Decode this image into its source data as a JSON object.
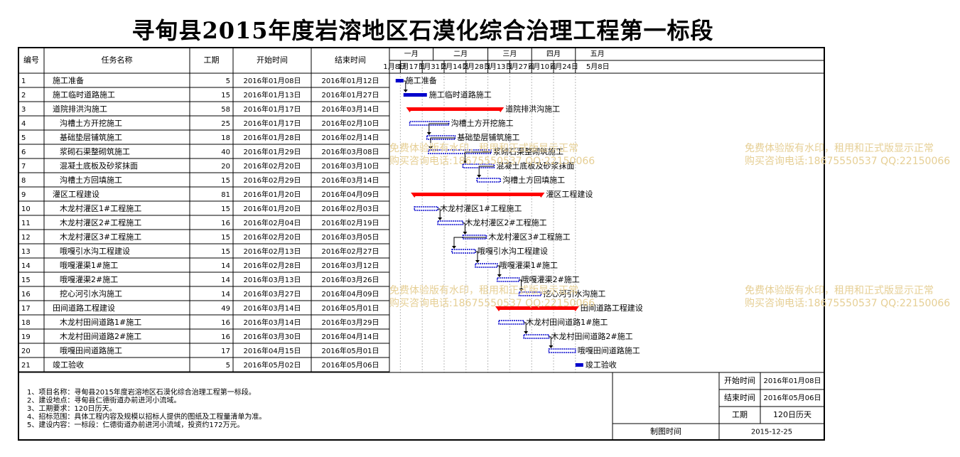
{
  "title": "寻甸县2015年度岩溶地区石漠化综合治理工程第一标段",
  "columns": {
    "id": "编号",
    "name": "任务名称",
    "duration": "工期",
    "start": "开始时间",
    "end": "结束时间"
  },
  "chart_data": {
    "type": "gantt",
    "axis_start": "2016-01-04",
    "months": [
      {
        "label": "一月",
        "start": "2016-01-04",
        "end": "2016-02-01"
      },
      {
        "label": "二月",
        "start": "2016-02-01",
        "end": "2016-03-07"
      },
      {
        "label": "三月",
        "start": "2016-03-07",
        "end": "2016-04-04"
      },
      {
        "label": "四月",
        "start": "2016-04-04",
        "end": "2016-05-02"
      },
      {
        "label": "五月",
        "start": "2016-05-02",
        "end": "2016-05-30"
      }
    ],
    "weeks": [
      {
        "label": "1月8日",
        "date": "2016-01-04"
      },
      {
        "label": "1月17日",
        "date": "2016-01-11"
      },
      {
        "label": "1月31日",
        "date": "2016-01-25"
      },
      {
        "label": "2月14日",
        "date": "2016-02-08"
      },
      {
        "label": "2月28日",
        "date": "2016-02-22"
      },
      {
        "label": "3月13日",
        "date": "2016-03-07"
      },
      {
        "label": "3月27日",
        "date": "2016-03-21"
      },
      {
        "label": "4月10日",
        "date": "2016-04-04"
      },
      {
        "label": "4月24日",
        "date": "2016-04-18"
      },
      {
        "label": "5月8日",
        "date": "2016-05-02"
      }
    ],
    "tasks": [
      {
        "id": "1",
        "name": "施工准备",
        "indent": 0,
        "duration": "5",
        "start": "2016年01月08日",
        "end": "2016年01月12日",
        "s": "2016-01-08",
        "e": "2016-01-12",
        "kind": "milestone-task"
      },
      {
        "id": "2",
        "name": "施工临时道路施工",
        "indent": 0,
        "duration": "15",
        "start": "2016年01月13日",
        "end": "2016年01月27日",
        "s": "2016-01-13",
        "e": "2016-01-27",
        "kind": "milestone-task"
      },
      {
        "id": "3",
        "name": "道院排洪沟施工",
        "indent": 0,
        "duration": "58",
        "start": "2016年01月17日",
        "end": "2016年03月14日",
        "s": "2016-01-17",
        "e": "2016-03-14",
        "kind": "summary"
      },
      {
        "id": "4",
        "name": "沟槽土方开挖施工",
        "indent": 1,
        "duration": "25",
        "start": "2016年01月17日",
        "end": "2016年02月10日",
        "s": "2016-01-17",
        "e": "2016-02-10",
        "kind": "task"
      },
      {
        "id": "5",
        "name": "基础垫层铺筑施工",
        "indent": 1,
        "duration": "18",
        "start": "2016年01月28日",
        "end": "2016年02月14日",
        "s": "2016-01-28",
        "e": "2016-02-14",
        "kind": "task"
      },
      {
        "id": "6",
        "name": "浆砌石渠整砌筑施工",
        "indent": 1,
        "duration": "40",
        "start": "2016年01月29日",
        "end": "2016年03月08日",
        "s": "2016-01-29",
        "e": "2016-03-08",
        "kind": "task"
      },
      {
        "id": "7",
        "name": "混凝土底板及砂浆抹面",
        "indent": 1,
        "duration": "20",
        "start": "2016年02月20日",
        "end": "2016年03月10日",
        "s": "2016-02-20",
        "e": "2016-03-10",
        "kind": "task"
      },
      {
        "id": "8",
        "name": "沟槽土方回填施工",
        "indent": 1,
        "duration": "15",
        "start": "2016年02月29日",
        "end": "2016年03月14日",
        "s": "2016-02-29",
        "e": "2016-03-14",
        "kind": "task"
      },
      {
        "id": "9",
        "name": "灌区工程建设",
        "indent": 0,
        "duration": "81",
        "start": "2016年01月20日",
        "end": "2016年04月09日",
        "s": "2016-01-20",
        "e": "2016-04-09",
        "kind": "summary"
      },
      {
        "id": "10",
        "name": "木龙村灌区1#工程施工",
        "indent": 1,
        "duration": "15",
        "start": "2016年01月20日",
        "end": "2016年02月03日",
        "s": "2016-01-20",
        "e": "2016-02-03",
        "kind": "task"
      },
      {
        "id": "11",
        "name": "木龙村灌区2#工程施工",
        "indent": 1,
        "duration": "16",
        "start": "2016年02月04日",
        "end": "2016年02月19日",
        "s": "2016-02-04",
        "e": "2016-02-19",
        "kind": "task"
      },
      {
        "id": "12",
        "name": "木龙村灌区3#工程施工",
        "indent": 1,
        "duration": "15",
        "start": "2016年02月20日",
        "end": "2016年03月05日",
        "s": "2016-02-20",
        "e": "2016-03-05",
        "kind": "task"
      },
      {
        "id": "13",
        "name": "哦嘎引水沟工程建设",
        "indent": 1,
        "duration": "15",
        "start": "2016年02月13日",
        "end": "2016年02月27日",
        "s": "2016-02-13",
        "e": "2016-02-27",
        "kind": "task"
      },
      {
        "id": "14",
        "name": "哦嘎灌渠1#施工",
        "indent": 1,
        "duration": "14",
        "start": "2016年02月28日",
        "end": "2016年03月12日",
        "s": "2016-02-28",
        "e": "2016-03-12",
        "kind": "task"
      },
      {
        "id": "15",
        "name": "哦嘎灌渠2#施工",
        "indent": 1,
        "duration": "14",
        "start": "2016年03月13日",
        "end": "2016年03月26日",
        "s": "2016-03-13",
        "e": "2016-03-26",
        "kind": "task"
      },
      {
        "id": "16",
        "name": "挖心河引水沟施工",
        "indent": 1,
        "duration": "14",
        "start": "2016年03月27日",
        "end": "2016年04月09日",
        "s": "2016-03-27",
        "e": "2016-04-09",
        "kind": "task"
      },
      {
        "id": "17",
        "name": "田间道路工程建设",
        "indent": 0,
        "duration": "49",
        "start": "2016年03月14日",
        "end": "2016年05月01日",
        "s": "2016-03-14",
        "e": "2016-05-01",
        "kind": "summary"
      },
      {
        "id": "18",
        "name": "木龙村田间道路1#施工",
        "indent": 1,
        "duration": "16",
        "start": "2016年03月14日",
        "end": "2016年03月29日",
        "s": "2016-03-14",
        "e": "2016-03-29",
        "kind": "task"
      },
      {
        "id": "19",
        "name": "木龙村田间道路2#施工",
        "indent": 1,
        "duration": "16",
        "start": "2016年03月30日",
        "end": "2016年04月14日",
        "s": "2016-03-30",
        "e": "2016-04-14",
        "kind": "task"
      },
      {
        "id": "20",
        "name": "哦嘎田间道路施工",
        "indent": 1,
        "duration": "17",
        "start": "2016年04月15日",
        "end": "2016年05月01日",
        "s": "2016-04-15",
        "e": "2016-05-01",
        "kind": "task"
      },
      {
        "id": "21",
        "name": "竣工验收",
        "indent": 0,
        "duration": "5",
        "start": "2016年05月02日",
        "end": "2016年05月06日",
        "s": "2016-05-02",
        "e": "2016-05-06",
        "kind": "milestone-task"
      }
    ],
    "colors": {
      "task_blue": "#0000cc",
      "summary_red": "#ff0000",
      "grid": "#b9b9b9",
      "border": "#000000",
      "watermark": "#e6cf95"
    }
  },
  "notes": [
    "1、项目名称：寻甸县2015年度岩溶地区石漠化综合治理工程第一标段。",
    "2、建设地点：寻甸县仁德街道办前进河小流域。",
    "3、工期要求：120日历天。",
    "4、招标范围：具体工程内容及规模以招标人提供的图纸及工程量清单为准。",
    "5、建设内容：一标段：仁德街道办前进河小流域，投资约172万元。"
  ],
  "summary": {
    "start_label": "开始时间",
    "start_value": "2016年01月08日",
    "end_label": "结束时间",
    "end_value": "2016年05月06日",
    "duration_label": "工期",
    "duration_value": "120日历天",
    "drawn_label": "制图时间",
    "drawn_value": "2015-12-25"
  },
  "watermark": {
    "line1": "免费体验版有水印，租用和正式版显示正常",
    "line2": "购买咨询电话:18675550537 QQ:22150066"
  }
}
